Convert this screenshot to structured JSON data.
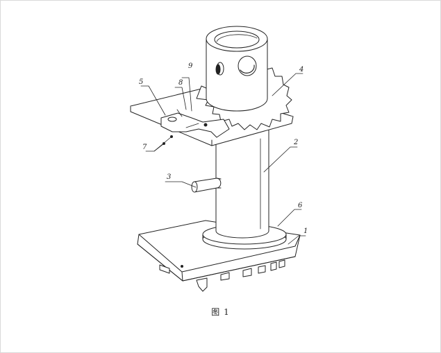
{
  "figure": {
    "caption": "图 1",
    "labels": {
      "l1": "1",
      "l2": "2",
      "l3": "3",
      "l4": "4",
      "l5": "5",
      "l6": "6",
      "l7": "7",
      "l8": "8",
      "l9": "9"
    }
  }
}
